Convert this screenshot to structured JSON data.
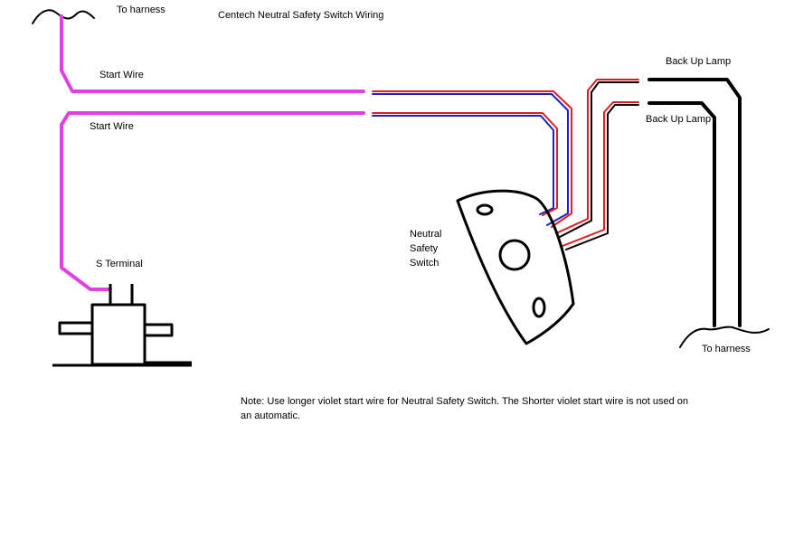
{
  "title": "Centech Neutral Safety Switch Wiring",
  "labels": {
    "to_harness_top": "To harness",
    "start_wire_upper": "Start Wire",
    "start_wire_lower": "Start Wire",
    "s_terminal": "S Terminal",
    "back_up_lamp_upper": "Back Up Lamp",
    "back_up_lamp_lower": "Back Up Lamp",
    "to_harness_bottom": "To harness",
    "neutral_line1": "Neutral",
    "neutral_line2": "Safety",
    "neutral_line3": "Switch"
  },
  "note": "Note: Use longer violet start wire for Neutral Safety Switch. The Shorter violet start wire is not used on an automatic.",
  "colors": {
    "violet_wire": "#e040e0",
    "red_wire": "#e02020",
    "blue_wire": "#2020c0",
    "black_wire": "#000000"
  }
}
